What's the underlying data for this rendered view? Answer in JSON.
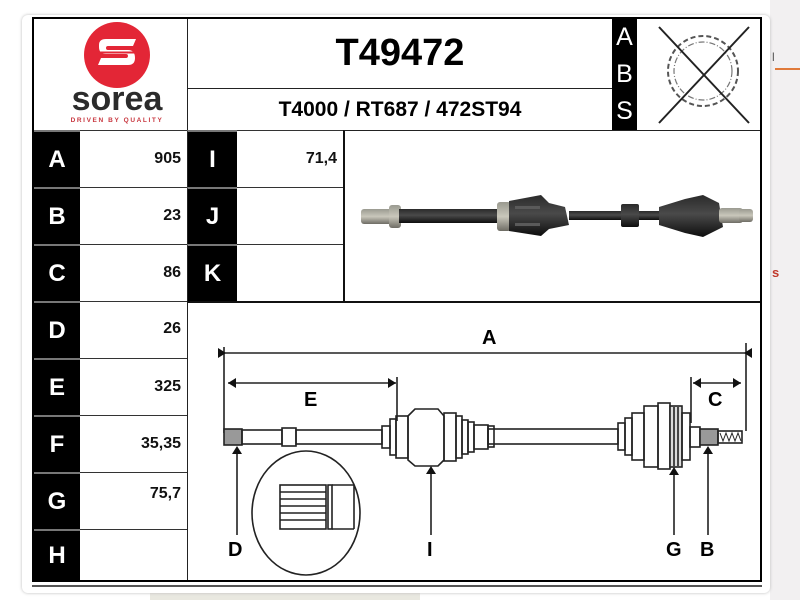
{
  "brand": {
    "name": "sorea",
    "tagline": "DRIVEN BY QUALITY",
    "logo_color": "#e32636",
    "text_color": "#2b2b2b"
  },
  "header": {
    "part_number": "T49472",
    "cross_refs": "T4000 / RT687 / 472ST94"
  },
  "abs": {
    "letters": [
      "A",
      "B",
      "S"
    ],
    "icon": "abs-ring-crossed-icon",
    "status": "no ABS ring"
  },
  "specs_left": [
    {
      "label": "A",
      "value": "905"
    },
    {
      "label": "B",
      "value": "23"
    },
    {
      "label": "C",
      "value": "86"
    },
    {
      "label": "D",
      "value": "26"
    },
    {
      "label": "E",
      "value": "325"
    },
    {
      "label": "F",
      "value": "35,35"
    },
    {
      "label": "G",
      "value": "75,7"
    },
    {
      "label": "H",
      "value": ""
    }
  ],
  "specs_right": [
    {
      "label": "I",
      "value": "71,4"
    },
    {
      "label": "J",
      "value": ""
    },
    {
      "label": "K",
      "value": ""
    }
  ],
  "photo": {
    "alt": "drive-shaft-photo"
  },
  "diagram": {
    "dimension_labels": {
      "A": "A",
      "E": "E",
      "C": "C"
    },
    "pointer_labels": {
      "D": "D",
      "I": "I",
      "G": "G",
      "B": "B"
    }
  }
}
